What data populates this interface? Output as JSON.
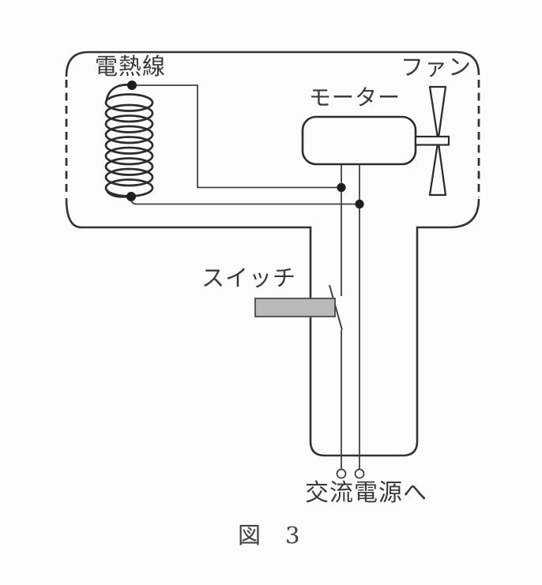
{
  "figure": {
    "caption": "図　3",
    "background_color": "#fcfcfc",
    "ink_color": "#333333",
    "slider_fill_color": "#b9b9b9",
    "text_color": "#3a3a3a"
  },
  "labels": {
    "heater": "電熱線",
    "fan": "ファン",
    "motor": "モーター",
    "switch": "スイッチ",
    "power": "交流電源へ"
  },
  "diagram": {
    "type": "circuit-schematic",
    "subject": "hair-dryer internal circuit",
    "components": [
      {
        "name": "heating-coil",
        "label": "電熱線",
        "symbol": "coil of 9 loops with terminal dots"
      },
      {
        "name": "motor",
        "label": "モーター",
        "symbol": "rounded rectangle with shaft"
      },
      {
        "name": "fan",
        "label": "ファン",
        "symbol": "two-blade propeller on motor shaft"
      },
      {
        "name": "switch",
        "label": "スイッチ",
        "symbol": "open knife switch with gray slider knob",
        "state": "open"
      },
      {
        "name": "ac-power-leads",
        "label": "交流電源へ",
        "symbol": "two wires ending in open terminal circles"
      }
    ],
    "connections": [
      "coil top terminal → wire right/down → junction dot on motor left lead",
      "coil bottom terminal → wire right → junction dot on motor right lead",
      "motor left lead → open switch → left AC terminal",
      "motor right lead → right AC terminal"
    ],
    "body_outline": "dryer-shaped enclosure; top and bottom edges solid, left and right edges dashed"
  }
}
